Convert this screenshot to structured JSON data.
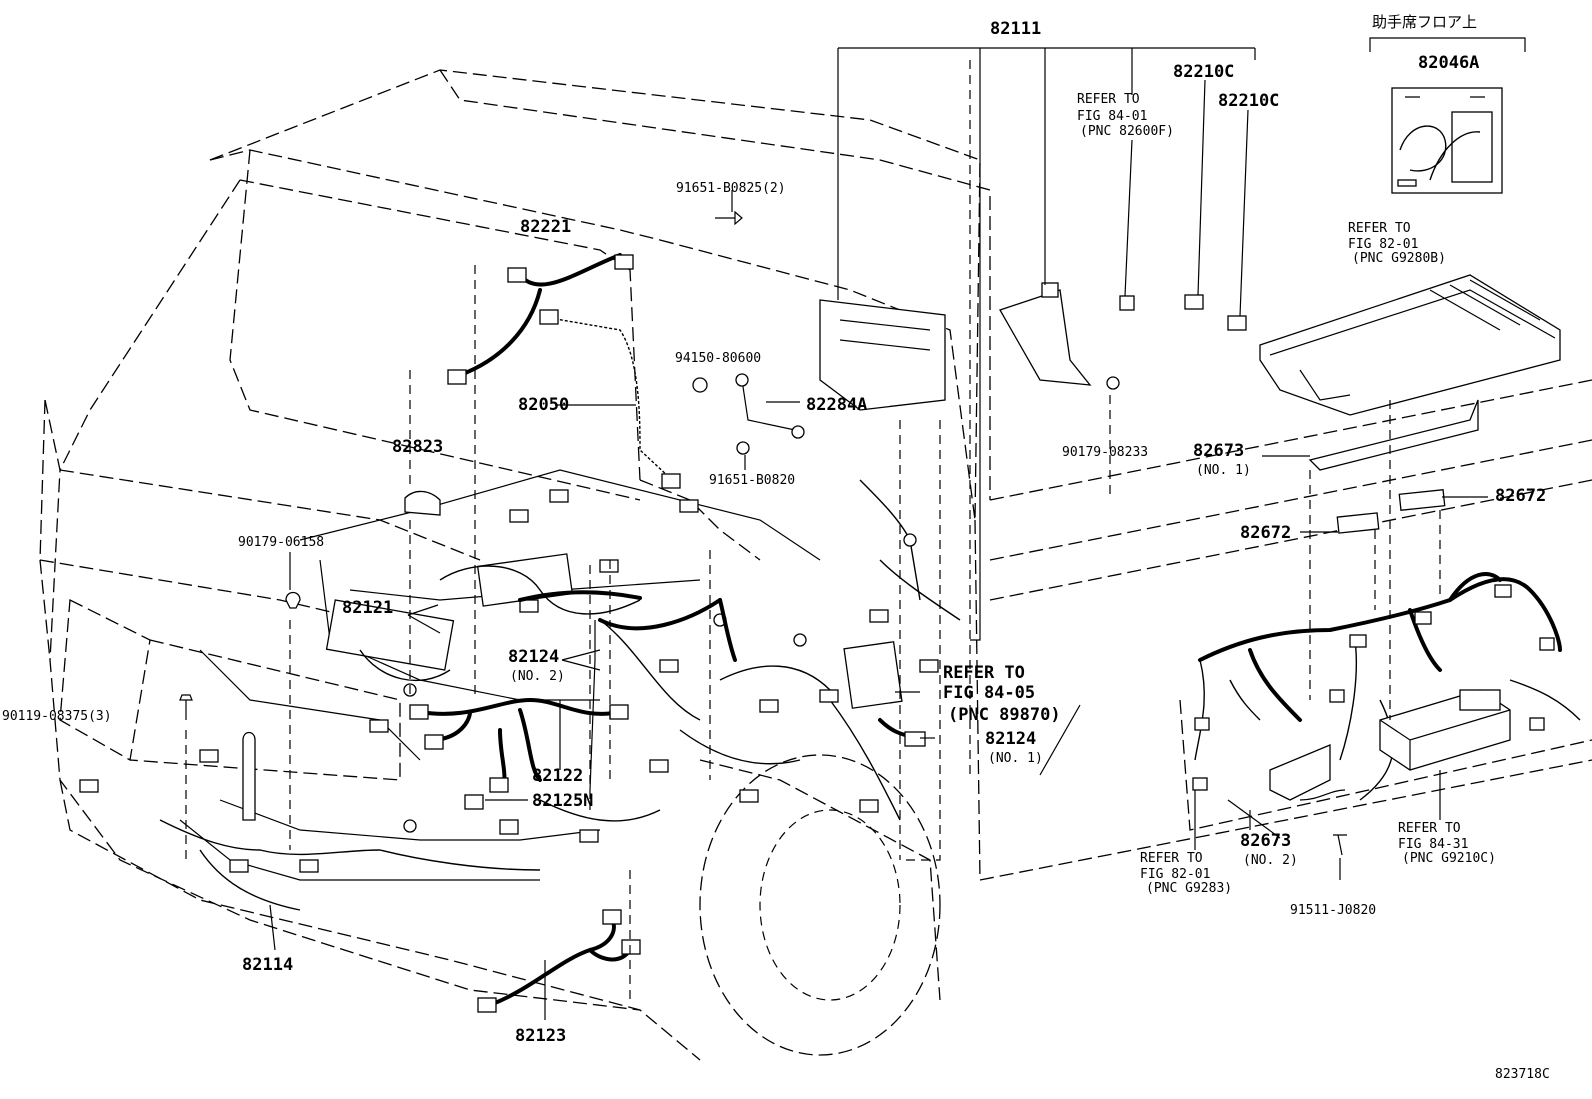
{
  "labels": {
    "p82111": "82111",
    "p82210c_a": "82210C",
    "p82210c_b": "82210C",
    "jp_floor": "助手席フロア上",
    "p82046a": "82046A",
    "p91651_b0825": "91651-B0825(2)",
    "p82221": "82221",
    "p94150": "94150-80600",
    "p82050": "82050",
    "p82284a": "82284A",
    "p91651_b0820": "91651-B0820",
    "p82823": "82823",
    "p90179_06158": "90179-06158",
    "p82121": "82121",
    "p82124_no2": "82124",
    "p82124_no2_sub": "(NO. 2)",
    "p90119_08375": "90119-08375(3)",
    "p82122": "82122",
    "p82125n": "82125N",
    "p82124_no1": "82124",
    "p82124_no1_sub": "(NO. 1)",
    "p82114": "82114",
    "p82123": "82123",
    "p90179_08233": "90179-08233",
    "p82673_no1": "82673",
    "p82673_no1_sub": "(NO. 1)",
    "p82672_a": "82672",
    "p82672_b": "82672",
    "p82673_no2": "82673",
    "p82673_no2_sub": "(NO. 2)",
    "p91511_j0820": "91511-J0820",
    "diagram_id": "823718C"
  },
  "references": {
    "r84_01_l1": "REFER TO",
    "r84_01_l2": "FIG 84-01",
    "r84_01_l3": "(PNC 82600F)",
    "r82_01_l1": "REFER TO",
    "r82_01_l2": "FIG 82-01",
    "r82_01_l3": "(PNC G9280B)",
    "r84_05_l1": "REFER TO",
    "r84_05_l2": "FIG 84-05",
    "r84_05_l3": "(PNC 89870)",
    "r84_31_l1": "REFER TO",
    "r84_31_l2": "FIG 84-31",
    "r84_31_l3": "(PNC G9210C)",
    "r82_01b_l1": "REFER TO",
    "r82_01b_l2": "FIG 82-01",
    "r82_01b_l3": "(PNC G9283)"
  }
}
